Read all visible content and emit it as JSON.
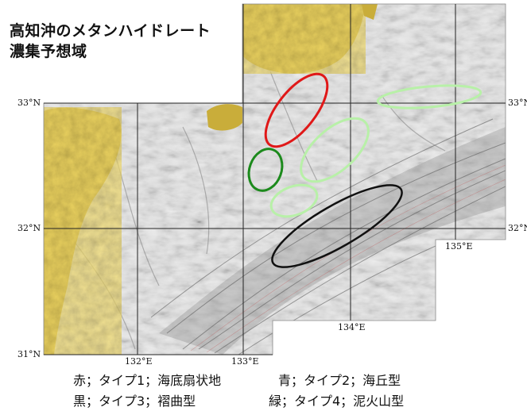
{
  "title": {
    "line1": "高知沖のメタンハイドレート",
    "line2": "濃集予想域"
  },
  "lat_labels": {
    "n33_left": "33°N",
    "n33_right": "33°N",
    "n32_left": "32°N",
    "n32_right": "32°N",
    "n31_left": "31°N"
  },
  "lon_labels": {
    "e132": "132°E",
    "e133": "133°E",
    "e134": "134°E",
    "e135": "135°E"
  },
  "legend": {
    "red": "赤；タイプ1；海底扇状地",
    "blue": "青；タイプ2；海丘型",
    "black": "黒；タイプ3；褶曲型",
    "green": "緑；タイプ4；泥火山型"
  },
  "colors": {
    "red_ellipse": "#e01818",
    "light_green_ellipse": "#b8f0a8",
    "dark_green_ellipse": "#1c8a1c",
    "black_ellipse": "#111111",
    "land": "#c9ad3a",
    "seafloor": "#e6e6e6"
  }
}
